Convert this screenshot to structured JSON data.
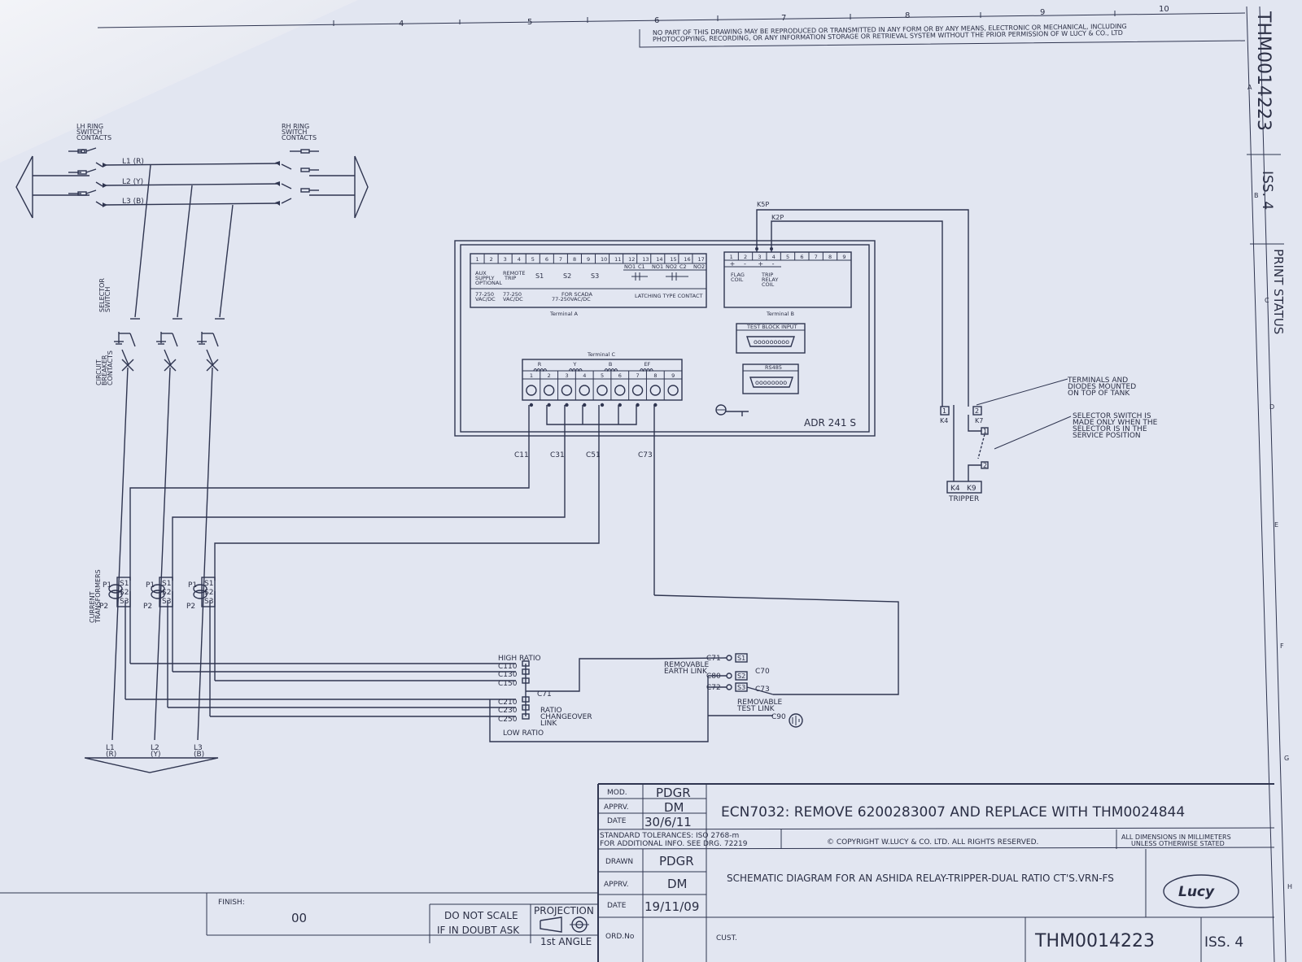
{
  "notice": {
    "line1": "NO PART OF THIS DRAWING MAY BE REPRODUCED OR TRANSMITTED IN ANY FORM OR BY ANY MEANS, ELECTRONIC OR MECHANICAL, INCLUDING",
    "line2": "PHOTOCOPYING, RECORDING, OR ANY INFORMATION STORAGE OR RETRIEVAL SYSTEM WITHOUT THE PRIOR PERMISSION OF W LUCY & CO., LTD"
  },
  "grid_columns": [
    "4",
    "5",
    "6",
    "7",
    "8",
    "9",
    "10"
  ],
  "grid_rows": [
    "A",
    "B",
    "C",
    "D",
    "E",
    "F",
    "G",
    "H"
  ],
  "side_strip": {
    "drawing_no": "THM0014223",
    "issue": "ISS. 4",
    "print_status": "PRINT STATUS"
  },
  "ring_switch": {
    "lh_label": [
      "LH RING",
      "SWITCH",
      "CONTACTS"
    ],
    "rh_label": [
      "RH RING",
      "SWITCH",
      "CONTACTS"
    ],
    "phases": [
      "L1 (R)",
      "L2 (Y)",
      "L3 (B)"
    ]
  },
  "left_labels": {
    "selector": [
      "SELECTOR",
      "SWITCH"
    ],
    "breaker": [
      "CIRCUIT",
      "BREAKER",
      "CONTACTS"
    ],
    "ct": [
      "CURRENT",
      "TRANSFORMERS"
    ]
  },
  "ct_terminals": {
    "p1": "P1",
    "p2": "P2",
    "s1": "S1",
    "s2": "S2",
    "s3": "S3"
  },
  "bottom_phases": [
    [
      "L1",
      "(R)"
    ],
    [
      "L2",
      "(Y)"
    ],
    [
      "L3",
      "(B)"
    ]
  ],
  "relay": {
    "name": "ADR 241 S",
    "terminal_a": {
      "numbers": [
        "1",
        "2",
        "3",
        "4",
        "5",
        "6",
        "7",
        "8",
        "9",
        "10",
        "11",
        "12",
        "13",
        "14",
        "15",
        "16",
        "17"
      ],
      "aux_supply": [
        "AUX",
        "SUPPLY",
        "OPTIONAL"
      ],
      "remote_trip": [
        "REMOTE",
        "TRIP"
      ],
      "s_labels": [
        "S1",
        "S2",
        "S3"
      ],
      "contacts": [
        "NO1",
        "C1",
        "NO1",
        "NO2",
        "C2",
        "NO2"
      ],
      "vac1": [
        "77-250",
        "VAC/DC"
      ],
      "vac2": [
        "77-250",
        "VAC/DC"
      ],
      "scada": [
        "FOR SCADA",
        "77-250VAC/DC"
      ],
      "latching": "LATCHING TYPE CONTACT",
      "caption": "Terminal A"
    },
    "terminal_b": {
      "numbers": [
        "1",
        "2",
        "3",
        "4",
        "5",
        "6",
        "7",
        "8",
        "9"
      ],
      "signs": [
        "+",
        "-",
        "+",
        "-"
      ],
      "flag_coil": [
        "FLAG",
        "COIL"
      ],
      "trip_relay_coil": [
        "TRIP",
        "RELAY",
        "COIL"
      ],
      "caption": "Terminal B",
      "test_block": "TEST BLOCK INPUT",
      "rs485": "RS485"
    },
    "terminal_c": {
      "caption": "Terminal C",
      "groups": [
        "R",
        "Y",
        "B",
        "EF"
      ],
      "numbers": [
        "1",
        "2",
        "3",
        "4",
        "5",
        "6",
        "7",
        "8",
        "9"
      ]
    }
  },
  "wires": {
    "k5p": "K5P",
    "k2p": "K2P",
    "c11": "C11",
    "c31": "C31",
    "c51": "C51",
    "c73": "C73"
  },
  "tripper": {
    "k4": "K4",
    "k7": "K7",
    "label": "TRIPPER",
    "t1": "1",
    "t2": "2",
    "box_k4": "K4",
    "box_k9": "K9",
    "note_terminals": [
      "TERMINALS AND",
      "DIODES MOUNTED",
      "ON TOP OF TANK"
    ],
    "note_selector": [
      "SELECTOR SWITCH IS",
      "MADE ONLY WHEN THE",
      "SELECTOR IS IN THE",
      "SERVICE POSITION"
    ]
  },
  "ratio": {
    "high": "HIGH RATIO",
    "low": "LOW RATIO",
    "high_terms": [
      "C110",
      "C130",
      "C150"
    ],
    "low_terms": [
      "C210",
      "C230",
      "C250"
    ],
    "c71": "C71",
    "changeover": [
      "RATIO",
      "CHANGEOVER",
      "LINK"
    ]
  },
  "links": {
    "earth": [
      "REMOVABLE",
      "EARTH LINK"
    ],
    "test": [
      "REMOVABLE",
      "TEST LINK"
    ],
    "c71": "C71",
    "c80": "C80",
    "c72": "C72",
    "c70": "C70",
    "c73": "C73",
    "c90": "C90",
    "s1": "S1",
    "s2": "S2",
    "s3": "S3"
  },
  "title_block": {
    "mod_label": "MOD.",
    "mod": "PDGR",
    "apprv_label": "APPRV.",
    "apprv": "DM",
    "date_label": "DATE",
    "date": "30/6/11",
    "ecn": "ECN7032: REMOVE 6200283007 AND REPLACE WITH THM0024844",
    "tolerances": [
      "STANDARD TOLERANCES: ISO 2768-m",
      "FOR ADDITIONAL INFO. SEE DRG. 72219"
    ],
    "copyright": "© COPYRIGHT W.LUCY & CO. LTD. ALL RIGHTS RESERVED.",
    "dimensions": [
      "ALL DIMENSIONS IN MILLIMETERS",
      "UNLESS OTHERWISE STATED"
    ],
    "drawn_label": "DRAWN",
    "drawn": "PDGR",
    "apprv2_label": "APPRV.",
    "apprv2": "DM",
    "date2_label": "DATE",
    "date2": "19/11/09",
    "title": "SCHEMATIC DIAGRAM FOR AN ASHIDA RELAY-TRIPPER-DUAL RATIO CT'S.VRN-FS",
    "logo": "Lucy",
    "finish_label": "FINISH:",
    "finish": "00",
    "dont_scale": [
      "DO NOT SCALE",
      "IF IN DOUBT ASK"
    ],
    "projection": "PROJECTION",
    "angle": "1st ANGLE",
    "ord_label": "ORD.No",
    "cust_label": "CUST.",
    "drawing_no": "THM0014223",
    "issue": "ISS.  4"
  },
  "colors": {
    "paper": "#e2e6f1",
    "ink": "#2f3550"
  }
}
